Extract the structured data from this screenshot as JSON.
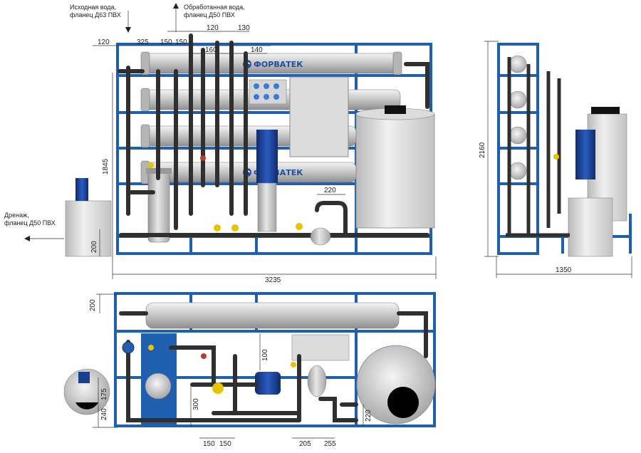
{
  "annotations": {
    "inlet_line1": "Исходная вода,",
    "inlet_line2": "фланец Д63 ПВХ",
    "treated_line1": "Обработанная вода,",
    "treated_line2": "фланец Д50 ПВХ",
    "drain_line1": "Дренаж,",
    "drain_line2": "фланец Д50 ПВХ"
  },
  "brand": {
    "label": "ФОРВАТЕК",
    "color": "#1e4fa0"
  },
  "colors": {
    "frame": "#1f5fb0",
    "pipe": "#2f2f2f",
    "vessel": "#c8c8c8",
    "pump": "#1a3f8f",
    "valve_yellow": "#e8c400",
    "valve_red": "#c0392b"
  },
  "front_view": {
    "dims_top": [
      "120",
      "325",
      "150",
      "150",
      "160",
      "120",
      "130",
      "140"
    ],
    "height_total": "1845",
    "base_height": "200",
    "width_total": "3235",
    "manifold_width": "220"
  },
  "side_view": {
    "height_total": "2160",
    "width_total": "1350"
  },
  "top_view": {
    "depth_top": "200",
    "tank_offset": "175",
    "tank_edge": "240",
    "pipe_spacing": "300",
    "pump_gap": "100",
    "corner_offset": "220",
    "bottom_dims": [
      "150",
      "150",
      "205",
      "255"
    ]
  }
}
